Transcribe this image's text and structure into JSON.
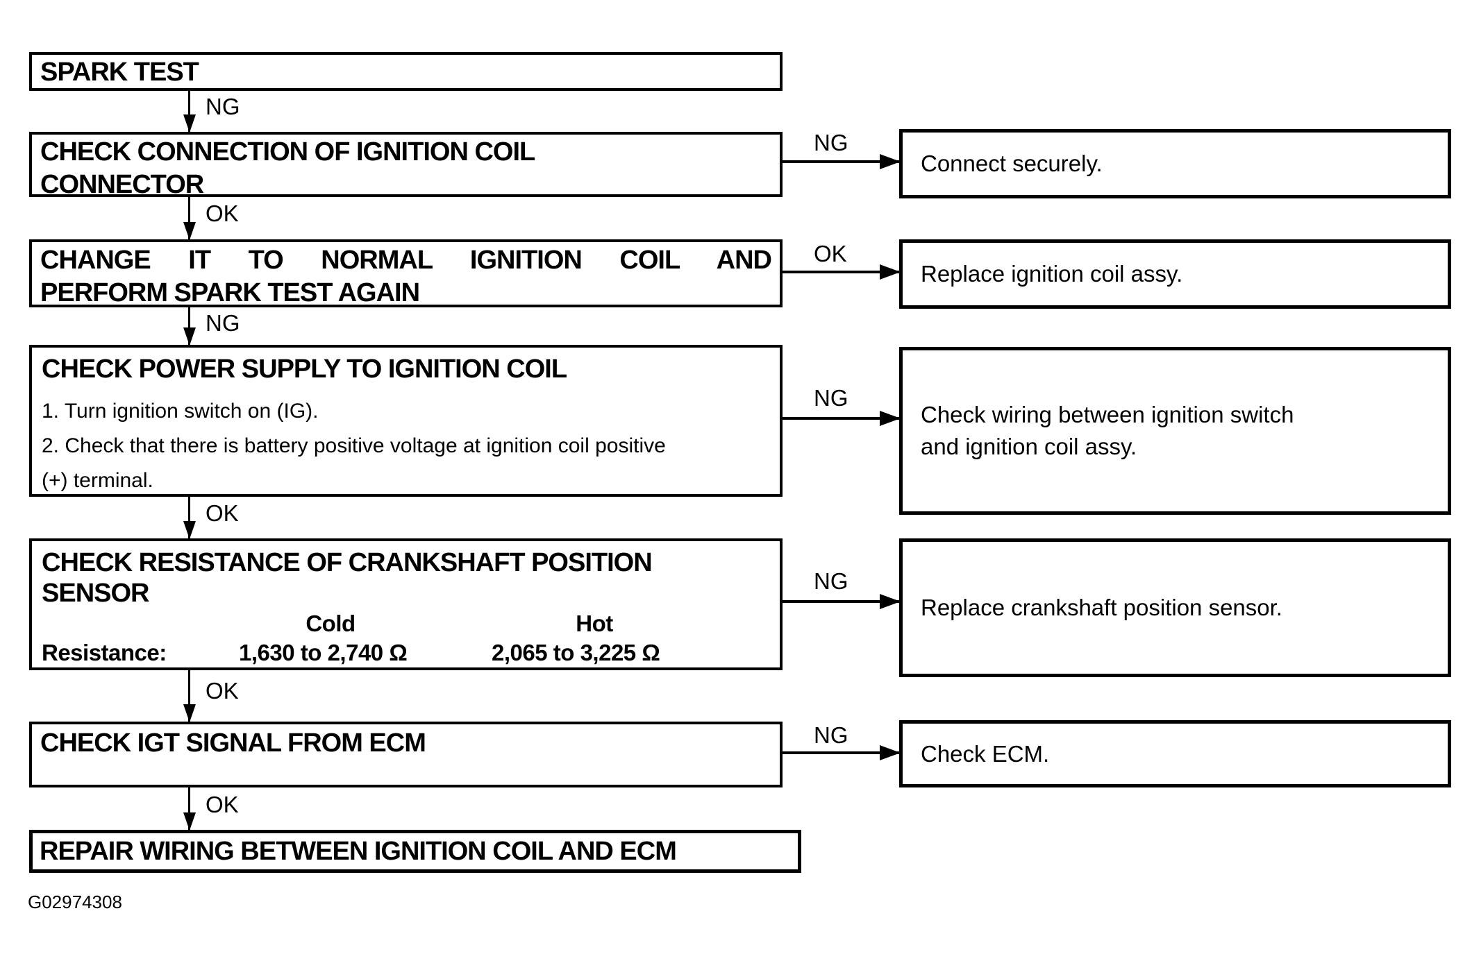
{
  "figure_id": "G02974308",
  "colors": {
    "line": "#000000",
    "background": "#ffffff"
  },
  "flowchart": {
    "steps": [
      {
        "name": "spark-test",
        "line1": "SPARK TEST"
      },
      {
        "name": "check-connection",
        "line1": "CHECK CONNECTION OF IGNITION COIL",
        "line2": "CONNECTOR"
      },
      {
        "name": "change-coil",
        "line1": "CHANGE IT TO NORMAL IGNITION COIL AND",
        "line2": "PERFORM SPARK TEST AGAIN"
      },
      {
        "name": "check-power-supply",
        "line1": "CHECK POWER SUPPLY TO IGNITION COIL",
        "step1": "1. Turn ignition switch on (IG).",
        "step2": "2. Check that there is battery positive voltage at ignition coil positive",
        "step3": "(+) terminal."
      },
      {
        "name": "check-resistance",
        "line1": "CHECK RESISTANCE OF CRANKSHAFT POSITION",
        "line2": "SENSOR",
        "col_cold": "Cold",
        "col_hot": "Hot",
        "resistance_label": "Resistance:",
        "cold_value": "1,630 to 2,740 Ω",
        "hot_value": "2,065 to 3,225 Ω"
      },
      {
        "name": "check-igt",
        "line1": "CHECK IGT SIGNAL FROM ECM"
      },
      {
        "name": "repair-wiring",
        "line1": "REPAIR WIRING BETWEEN IGNITION COIL AND ECM"
      }
    ],
    "results": [
      {
        "name": "connect-securely",
        "line1": "Connect securely."
      },
      {
        "name": "replace-coil",
        "line1": "Replace ignition coil assy."
      },
      {
        "name": "check-wiring",
        "line1": "Check wiring between ignition switch",
        "line2": "and ignition coil assy."
      },
      {
        "name": "replace-sensor",
        "line1": "Replace crankshaft position sensor."
      },
      {
        "name": "check-ecm",
        "line1": "Check ECM."
      }
    ],
    "connector_labels": {
      "v1": "NG",
      "v2": "OK",
      "v3": "NG",
      "v4": "OK",
      "v5": "OK",
      "v6": "OK",
      "h1": "NG",
      "h2": "OK",
      "h3": "NG",
      "h4": "NG",
      "h5": "NG"
    }
  }
}
